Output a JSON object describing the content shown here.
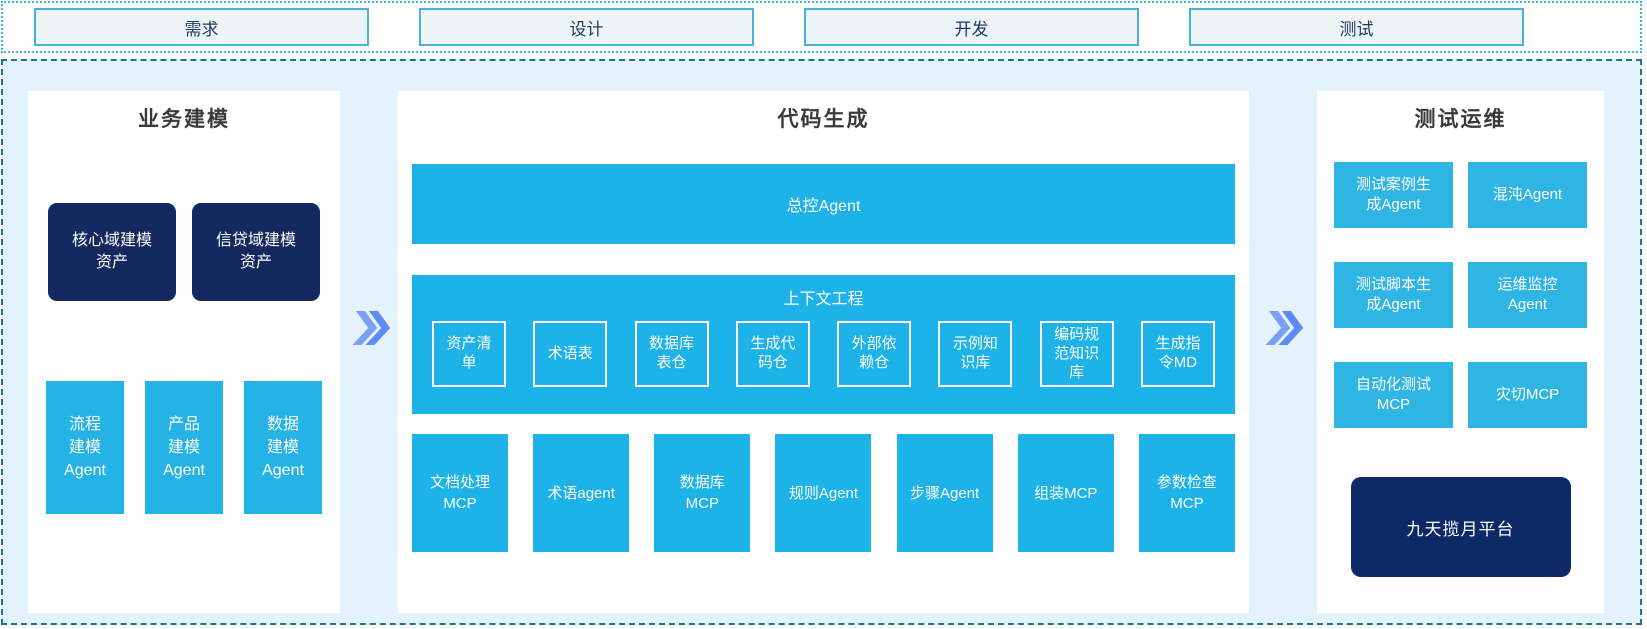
{
  "phases": [
    {
      "label": "需求"
    },
    {
      "label": "设计"
    },
    {
      "label": "开发"
    },
    {
      "label": "测试"
    }
  ],
  "business": {
    "title": "业务建模",
    "assets": [
      "核心域建模\n资产",
      "信贷域建模\n资产"
    ],
    "agents": [
      "流程\n建模\nAgent",
      "产品\n建模\nAgent",
      "数据\n建模\nAgent"
    ]
  },
  "codegen": {
    "title": "代码生成",
    "master_agent": "总控Agent",
    "context": {
      "title": "上下文工程",
      "items": [
        "资产清\n单",
        "术语表",
        "数据库\n表仓",
        "生成代\n码仓",
        "外部依\n赖仓",
        "示例知\n识库",
        "编码规\n范知识\n库",
        "生成指\n令MD"
      ]
    },
    "mcp_items": [
      "文档处理\nMCP",
      "术语agent",
      "数据库\nMCP",
      "规则Agent",
      "步骤Agent",
      "组装MCP",
      "参数检查\nMCP"
    ]
  },
  "ops": {
    "title": "测试运维",
    "boxes": [
      "测试案例生\n成Agent",
      "混沌Agent",
      "测试脚本生\n成Agent",
      "运维监控\nAgent",
      "自动化测试\nMCP",
      "灾切MCP"
    ],
    "platform": "九天揽月平台"
  },
  "colors": {
    "accent_cyan": "#1db2e8",
    "side_cyan": "#2fb5e3",
    "navy": "#13295f",
    "platform_navy": "#0e2a66",
    "chevron_blue": "#5e8cf2",
    "chevron_blue_light": "#7aa0f5",
    "container_bg": "#e4f2fb",
    "dashed_border": "#20719a",
    "dotted_border": "#3fb6dc",
    "phase_box_bg": "#edf4f8",
    "phase_box_border": "#49b2d8",
    "phase_text": "#1e3a5f"
  }
}
